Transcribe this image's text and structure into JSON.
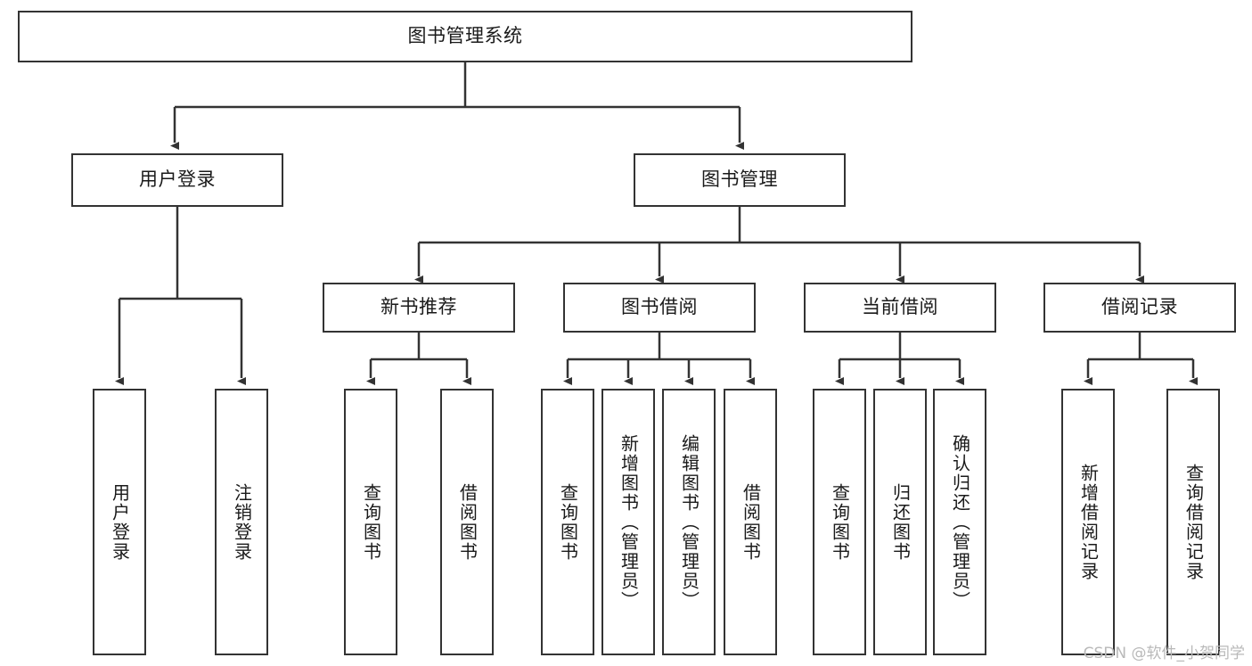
{
  "diagram": {
    "title": "图书管理系统",
    "type": "tree-hierarchy-diagram",
    "colors": {
      "border": "#333333",
      "fill": "#ffffff",
      "text": "#1a1a1a",
      "connector": "#333333",
      "watermark": "#b9b9b9"
    },
    "root": {
      "label": "图书管理系统"
    },
    "level2": [
      {
        "label": "用户登录"
      },
      {
        "label": "图书管理"
      }
    ],
    "level3": [
      {
        "label": "新书推荐"
      },
      {
        "label": "图书借阅"
      },
      {
        "label": "当前借阅"
      },
      {
        "label": "借阅记录"
      }
    ],
    "leaves": {
      "user_login": [
        {
          "label": "用户登录"
        },
        {
          "label": "注销登录"
        }
      ],
      "new_book_recommend": [
        {
          "label": "查询图书"
        },
        {
          "label": "借阅图书"
        }
      ],
      "book_borrow": [
        {
          "label": "查询图书"
        },
        {
          "label": "新增图书（管理员）"
        },
        {
          "label": "编辑图书（管理员）"
        },
        {
          "label": "借阅图书"
        }
      ],
      "current_borrow": [
        {
          "label": "查询图书"
        },
        {
          "label": "归还图书"
        },
        {
          "label": "确认归还（管理员）"
        }
      ],
      "borrow_record": [
        {
          "label": "新增借阅记录"
        },
        {
          "label": "查询借阅记录"
        }
      ]
    }
  },
  "watermark": {
    "text": "CSDN @软件_小贺同学"
  }
}
